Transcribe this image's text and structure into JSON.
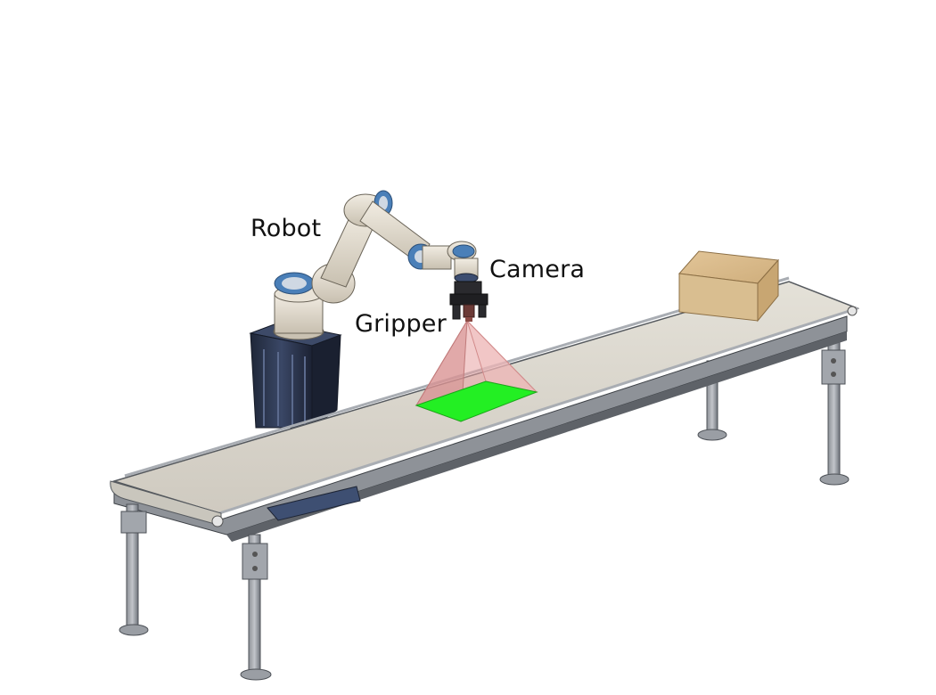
{
  "labels": {
    "robot": "Robot",
    "camera": "Camera",
    "gripper": "Gripper"
  },
  "colors": {
    "belt": "#d9d5cb",
    "frame": "#7d8289",
    "box": "#d8ba8a",
    "pedestal": "#2a3347",
    "robot_body": "#ddd6c8",
    "robot_ring": "#4a7fb8",
    "fov_cone": "#e9a0a0",
    "fov_area": "#22f022"
  },
  "icons": [
    "robot-arm-icon",
    "camera-icon",
    "gripper-icon",
    "cardboard-box-icon",
    "conveyor-belt-icon"
  ]
}
